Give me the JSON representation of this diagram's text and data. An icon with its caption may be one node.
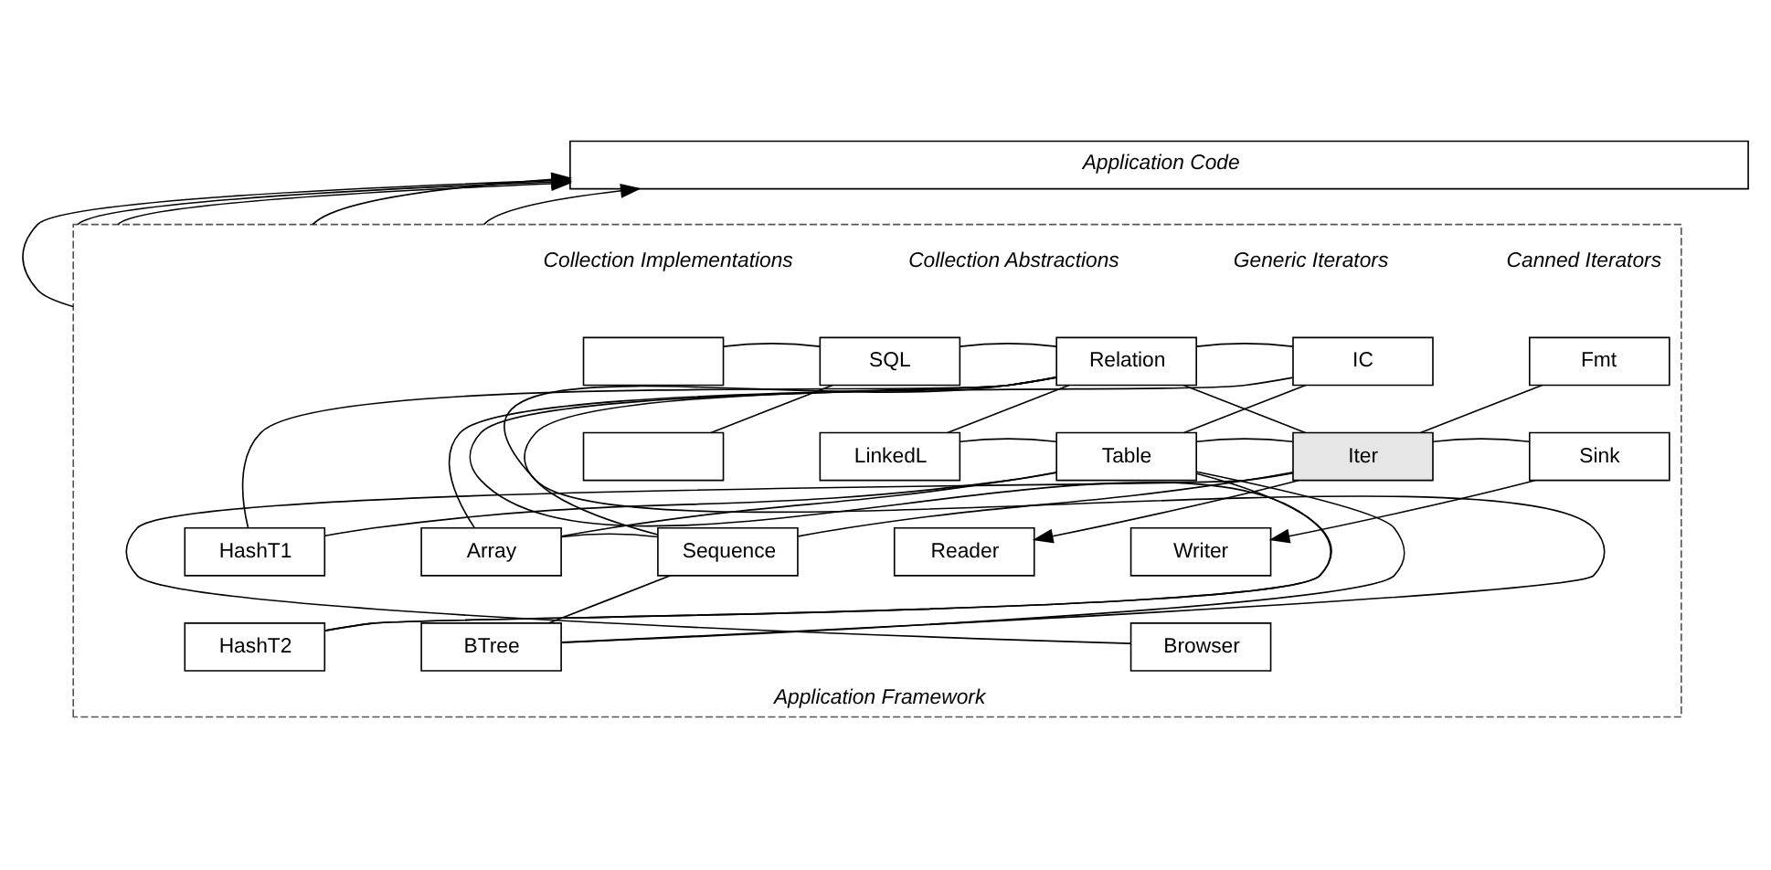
{
  "diagram": {
    "nodes": [
      {
        "text": [
          "Application Code"
        ]
      },
      {
        "text": [
          "Application Framework"
        ]
      },
      {
        "text": [],
        "shape": "box",
        "in": 1
      },
      {
        "text": [],
        "shape": "box",
        "in": 1
      },
      {
        "text": [
          "HashT1"
        ],
        "in": 1
      },
      {
        "text": [
          "HashT2"
        ],
        "in": 1
      },
      {
        "text": [
          "SQL"
        ],
        "in": 1
      },
      {
        "text": [
          "LinkedL"
        ],
        "in": 1
      },
      {
        "text": [
          "Array"
        ],
        "in": 1
      },
      {
        "text": [
          "BTree"
        ],
        "in": 1
      },
      {
        "text": [
          "Relation"
        ],
        "in": 1
      },
      {
        "text": [
          "Table"
        ],
        "in": 1
      },
      {
        "text": [
          "Sequence"
        ],
        "in": 1
      },
      {
        "text": [
          "IC"
        ],
        "in": 1
      },
      {
        "text": [
          "Iter"
        ],
        "in": 1
      },
      {
        "text": [
          "Reader"
        ],
        "in": 1
      },
      {
        "text": [
          "Fmt"
        ],
        "in": 1
      },
      {
        "text": [
          "Sink"
        ],
        "in": 1
      },
      {
        "text": [
          "Writer"
        ],
        "in": 1
      },
      {
        "text": [
          "Browser"
        ],
        "in": 1
      }
    ],
    "edges": [
      {
        "from": 2,
        "to": 6,
        "arrow": "none"
      },
      {
        "from": 3,
        "to": 6,
        "arrow": "none"
      },
      {
        "from": 4,
        "to": 10,
        "arrow": "none"
      },
      {
        "from": 4,
        "to": 11,
        "arrow": "none"
      },
      {
        "from": 5,
        "to": 10,
        "arrow": "none"
      },
      {
        "from": 5,
        "to": 11,
        "arrow": "none"
      },
      {
        "from": 6,
        "to": 10,
        "arrow": "none"
      },
      {
        "from": 7,
        "to": 10,
        "arrow": "none"
      },
      {
        "from": 7,
        "to": 11,
        "arrow": "none"
      },
      {
        "from": 8,
        "to": 10,
        "arrow": "none"
      },
      {
        "from": 8,
        "to": 11,
        "arrow": "none"
      },
      {
        "from": 8,
        "to": 12,
        "arrow": "none"
      },
      {
        "from": 9,
        "to": 10,
        "arrow": "none"
      },
      {
        "from": 9,
        "to": 11,
        "arrow": "none"
      },
      {
        "from": 9,
        "to": 12,
        "arrow": "none"
      },
      {
        "from": 10,
        "to": 13,
        "arrow": "none"
      },
      {
        "from": 10,
        "to": 14,
        "arrow": "none"
      },
      {
        "from": 11,
        "to": 13,
        "arrow": "none"
      },
      {
        "from": 11,
        "to": 14,
        "arrow": "none"
      },
      {
        "from": 12,
        "to": 13,
        "arrow": "none"
      },
      {
        "from": 12,
        "to": 14,
        "arrow": "none"
      },
      {
        "from": 14,
        "to": 15,
        "arrow": "to"
      },
      {
        "from": 14,
        "to": 16,
        "arrow": "none"
      },
      {
        "from": 14,
        "to": 17,
        "arrow": "none"
      },
      {
        "from": 14,
        "to": 19,
        "arrow": "none"
      },
      {
        "from": 17,
        "to": 18,
        "arrow": "to"
      },
      {
        "from": 1,
        "to": 0,
        "arrow": "to"
      },
      {
        "from": 1,
        "to": 0,
        "arrow": "to"
      },
      {
        "from": 1,
        "to": 0,
        "arrow": "to"
      },
      {
        "from": 1,
        "to": 0,
        "arrow": "to"
      },
      {
        "from": 1,
        "to": 0,
        "arrow": "to"
      }
    ],
    "labels": [
      "Collection Implementations",
      "Collection Abstractions",
      "Generic Iterators",
      "Canned Iterators"
    ]
  }
}
